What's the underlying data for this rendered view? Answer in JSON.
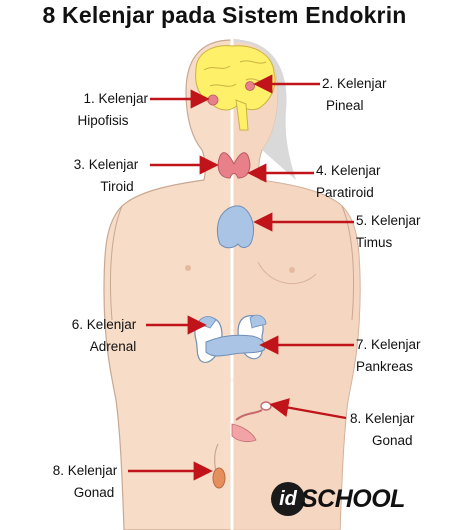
{
  "title": "8 Kelenjar pada Sistem Endokrin",
  "colors": {
    "skin": "#f7dcc8",
    "skin_shade": "#f0c9b0",
    "outline": "#c9a892",
    "hair": "#d9d9d9",
    "brain": "#fff06a",
    "thyroid": "#e8808a",
    "organ_blue": "#a9c4e4",
    "arrow": "#c0141a"
  },
  "labels": {
    "hipofisis": {
      "line1": "1.  Kelenjar",
      "line2": "Hipofisis"
    },
    "pineal": {
      "line1": "2. Kelenjar",
      "line2": "Pineal"
    },
    "tiroid": {
      "line1": "3. Kelenjar",
      "line2": "Tiroid"
    },
    "paratiroid": {
      "line1": "4. Kelenjar",
      "line2": "Paratiroid"
    },
    "timus": {
      "line1": "5. Kelenjar",
      "line2": "Timus"
    },
    "adrenal": {
      "line1": "6. Kelenjar",
      "line2": "Adrenal"
    },
    "pankreas": {
      "line1": "7. Kelenjar",
      "line2": "Pankreas"
    },
    "gonad_female": {
      "line1": "8. Kelenjar",
      "line2": "Gonad"
    },
    "gonad_male": {
      "line1": "8. Kelenjar",
      "line2": "Gonad"
    }
  },
  "logo": {
    "prefix": "id",
    "text": "SCHOOL"
  }
}
